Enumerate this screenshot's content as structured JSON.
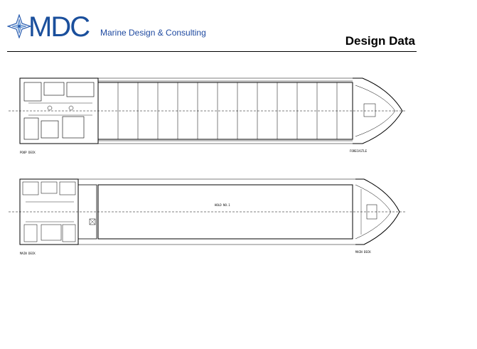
{
  "header": {
    "logo_letters": "MDC",
    "logo_tagline": "Marine Design & Consulting",
    "title": "Design Data",
    "brand_color": "#1a4f9c"
  },
  "drawing": {
    "upper_plan": {
      "left_label": "POOP DECK",
      "right_label": "FORECASTLE"
    },
    "lower_plan": {
      "left_label": "MAIN DECK",
      "right_label": "MAIN DECK",
      "center_label": "HOLD NO.1"
    }
  }
}
